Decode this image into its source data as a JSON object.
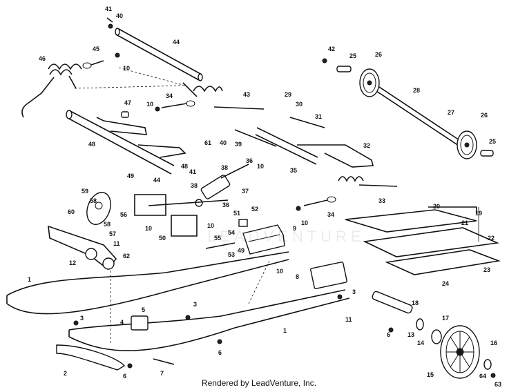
{
  "footer": {
    "rendered_by": "Rendered by LeadVenture, Inc."
  },
  "watermark": {
    "text": "LEADVENTURE"
  },
  "callouts": [
    {
      "id": "c41a",
      "label": "41"
    },
    {
      "id": "c40a",
      "label": "40"
    },
    {
      "id": "c44a",
      "label": "44"
    },
    {
      "id": "c45",
      "label": "45"
    },
    {
      "id": "c10a",
      "label": "10"
    },
    {
      "id": "c46",
      "label": "46"
    },
    {
      "id": "c42",
      "label": "42"
    },
    {
      "id": "c25a",
      "label": "25"
    },
    {
      "id": "c26a",
      "label": "26"
    },
    {
      "id": "c28",
      "label": "28"
    },
    {
      "id": "c27",
      "label": "27"
    },
    {
      "id": "c26b",
      "label": "26"
    },
    {
      "id": "c25b",
      "label": "25"
    },
    {
      "id": "c29",
      "label": "29"
    },
    {
      "id": "c30",
      "label": "30"
    },
    {
      "id": "c43",
      "label": "43"
    },
    {
      "id": "c10b",
      "label": "10"
    },
    {
      "id": "c34a",
      "label": "34"
    },
    {
      "id": "c47",
      "label": "47"
    },
    {
      "id": "c48a",
      "label": "48"
    },
    {
      "id": "c31",
      "label": "31"
    },
    {
      "id": "c61",
      "label": "61"
    },
    {
      "id": "c40b",
      "label": "40"
    },
    {
      "id": "c39",
      "label": "39"
    },
    {
      "id": "c32",
      "label": "32"
    },
    {
      "id": "c38a",
      "label": "38"
    },
    {
      "id": "c36a",
      "label": "36"
    },
    {
      "id": "c10c",
      "label": "10"
    },
    {
      "id": "c35",
      "label": "35"
    },
    {
      "id": "c48b",
      "label": "48"
    },
    {
      "id": "c41b",
      "label": "41"
    },
    {
      "id": "c44b",
      "label": "44"
    },
    {
      "id": "c49",
      "label": "49"
    },
    {
      "id": "c38b",
      "label": "38"
    },
    {
      "id": "c37",
      "label": "37"
    },
    {
      "id": "c33",
      "label": "33"
    },
    {
      "id": "c59",
      "label": "59"
    },
    {
      "id": "c58a",
      "label": "58"
    },
    {
      "id": "c56",
      "label": "56"
    },
    {
      "id": "c60",
      "label": "60"
    },
    {
      "id": "c36b",
      "label": "36"
    },
    {
      "id": "c51",
      "label": "51"
    },
    {
      "id": "c52",
      "label": "52"
    },
    {
      "id": "c34b",
      "label": "34"
    },
    {
      "id": "c10d",
      "label": "10"
    },
    {
      "id": "c10e",
      "label": "10"
    },
    {
      "id": "c10f",
      "label": "10"
    },
    {
      "id": "c58b",
      "label": "58"
    },
    {
      "id": "c57",
      "label": "57"
    },
    {
      "id": "c50",
      "label": "50"
    },
    {
      "id": "c54",
      "label": "54"
    },
    {
      "id": "c9",
      "label": "9"
    },
    {
      "id": "c11a",
      "label": "11"
    },
    {
      "id": "c55",
      "label": "55"
    },
    {
      "id": "c53",
      "label": "53"
    },
    {
      "id": "c49b",
      "label": "49"
    },
    {
      "id": "c12",
      "label": "12"
    },
    {
      "id": "c62",
      "label": "62"
    },
    {
      "id": "c10g",
      "label": "10"
    },
    {
      "id": "c20",
      "label": "20"
    },
    {
      "id": "c19",
      "label": "19"
    },
    {
      "id": "c21",
      "label": "21"
    },
    {
      "id": "c22",
      "label": "22"
    },
    {
      "id": "c23",
      "label": "23"
    },
    {
      "id": "c24",
      "label": "24"
    },
    {
      "id": "c1a",
      "label": "1"
    },
    {
      "id": "c8",
      "label": "8"
    },
    {
      "id": "c3a",
      "label": "3"
    },
    {
      "id": "c5",
      "label": "5"
    },
    {
      "id": "c3b",
      "label": "3"
    },
    {
      "id": "c3c",
      "label": "3"
    },
    {
      "id": "c4",
      "label": "4"
    },
    {
      "id": "c1b",
      "label": "1"
    },
    {
      "id": "c11b",
      "label": "11"
    },
    {
      "id": "c18",
      "label": "18"
    },
    {
      "id": "c6a",
      "label": "6"
    },
    {
      "id": "c13",
      "label": "13"
    },
    {
      "id": "c14",
      "label": "14"
    },
    {
      "id": "c17",
      "label": "17"
    },
    {
      "id": "c6b",
      "label": "6"
    },
    {
      "id": "c2",
      "label": "2"
    },
    {
      "id": "c6c",
      "label": "6"
    },
    {
      "id": "c7",
      "label": "7"
    },
    {
      "id": "c16",
      "label": "16"
    },
    {
      "id": "c15",
      "label": "15"
    },
    {
      "id": "c64",
      "label": "64"
    },
    {
      "id": "c63",
      "label": "63"
    }
  ]
}
